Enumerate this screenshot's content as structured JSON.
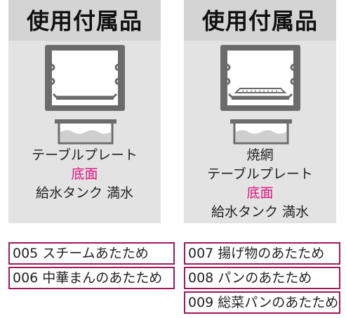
{
  "left_panel": {
    "title": "使用付属品",
    "lines": [
      "テーブルプレート",
      "底面",
      "給水タンク 満水"
    ]
  },
  "right_panel": {
    "title": "使用付属品",
    "lines": [
      "焼網",
      "テーブルプレート",
      "底面",
      "給水タンク 満水"
    ]
  },
  "programs_left": [
    "005 スチームあたため",
    "006 中華まんのあたため"
  ],
  "programs_right": [
    "007 揚げ物のあたため",
    "008 パンのあたため",
    "009 総菜パンのあたため"
  ],
  "colors": {
    "highlight": "#e0117f",
    "border": "#9c1a5a",
    "panel_bg": "#e3e3e3",
    "title_bg": "#d4d4d4"
  }
}
